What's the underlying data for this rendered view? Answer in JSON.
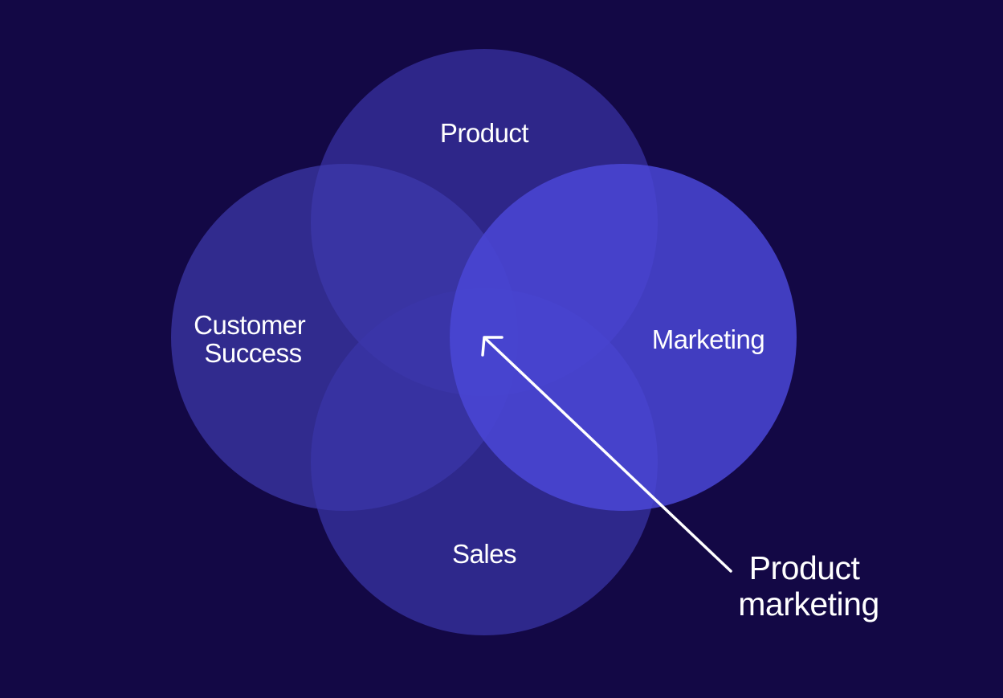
{
  "diagram": {
    "background_color": "#130845",
    "circles": [
      {
        "id": "product",
        "label_lines": [
          "Product"
        ],
        "fill": "#3a33a6",
        "opacity": 0.7
      },
      {
        "id": "customer-success",
        "label_lines": [
          "Customer",
          "Success"
        ],
        "fill": "#3f3aae",
        "opacity": 0.7
      },
      {
        "id": "sales",
        "label_lines": [
          "Sales"
        ],
        "fill": "#3b36aa",
        "opacity": 0.7
      },
      {
        "id": "marketing",
        "label_lines": [
          "Marketing"
        ],
        "fill": "#4a47d6",
        "opacity": 0.85
      }
    ],
    "callout": {
      "label_lines": [
        "Product",
        "marketing"
      ],
      "arrow_color": "#ffffff"
    }
  }
}
